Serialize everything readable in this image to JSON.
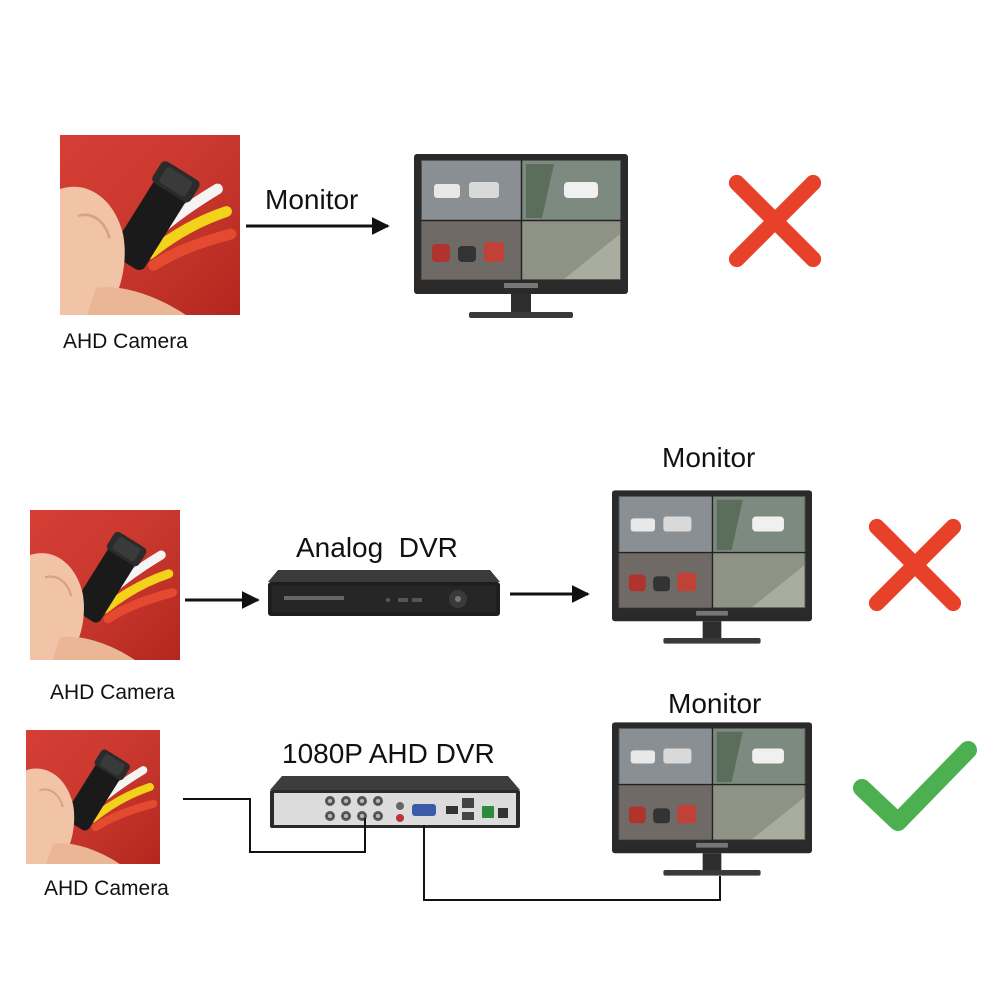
{
  "rows": [
    {
      "camera_label": "AHD Camera",
      "arrow_label": "Monitor",
      "result": "cross-icon"
    },
    {
      "camera_label": "AHD Camera",
      "dvr_label": "Analog  DVR",
      "monitor_label": "Monitor",
      "result": "cross-icon"
    },
    {
      "camera_label": "AHD Camera",
      "dvr_label": "1080P AHD DVR",
      "monitor_label": "Monitor",
      "result": "check-icon"
    }
  ],
  "colors": {
    "cross": "#e8412a",
    "check": "#4caf50",
    "camera_bg": "#d12d22",
    "wire": "#111111"
  }
}
